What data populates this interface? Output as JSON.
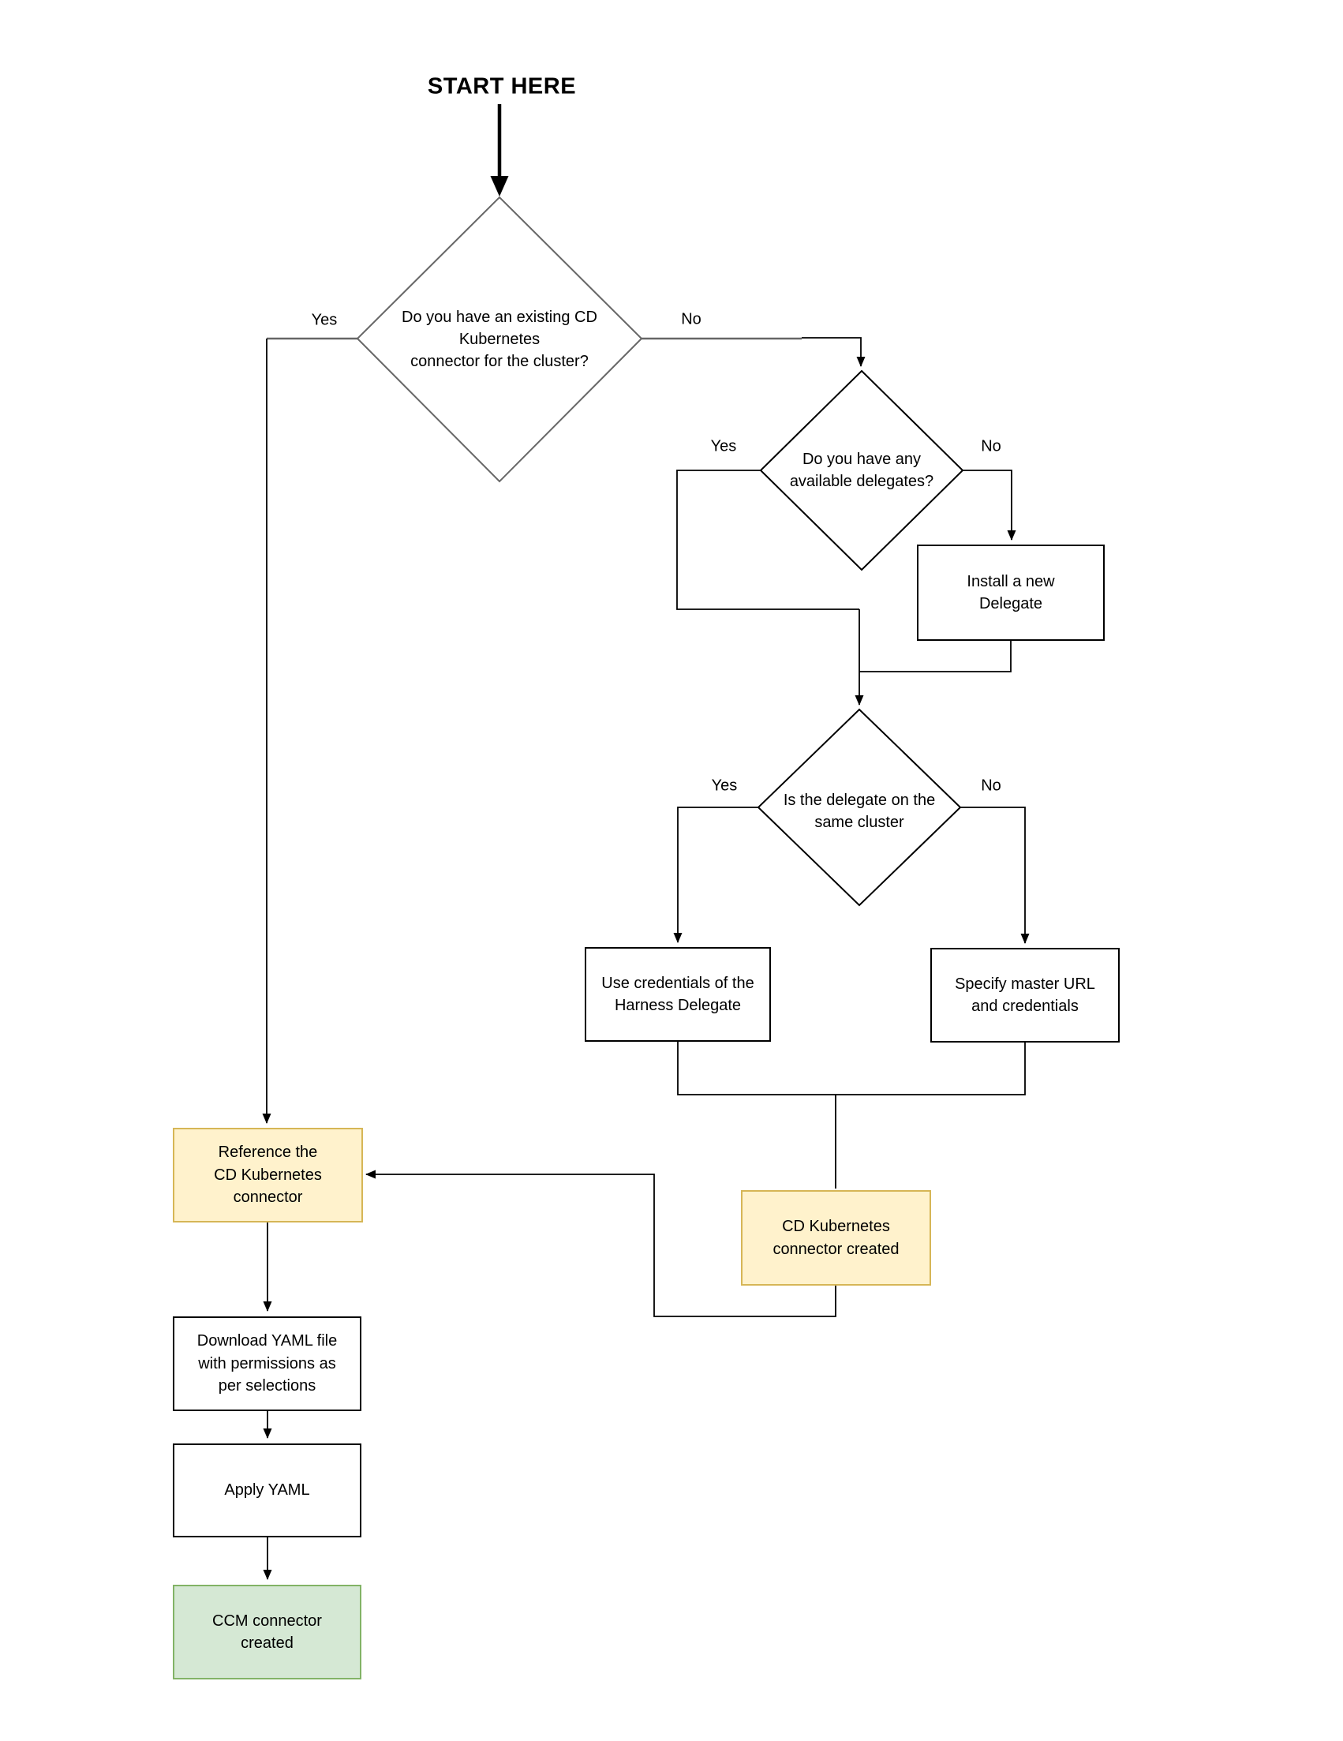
{
  "title": "START HERE",
  "decisions": [
    {
      "question": "Do you have an existing CD\nKubernetes\nconnector for the cluster?",
      "yes": "Yes",
      "no": "No"
    },
    {
      "question": "Do you have any\navailable delegates?",
      "yes": "Yes",
      "no": "No"
    },
    {
      "question": "Is the delegate on the\nsame cluster",
      "yes": "Yes",
      "no": "No"
    }
  ],
  "boxes": {
    "install_delegate": "Install a new\nDelegate",
    "use_credentials": "Use credentials of the\nHarness Delegate",
    "specify_master": "Specify master URL\nand credentials",
    "cd_connector_created": "CD Kubernetes\nconnector created",
    "reference_connector": "Reference the\nCD Kubernetes\nconnector",
    "download_yaml": "Download YAML file\nwith permissions as\nper selections",
    "apply_yaml": "Apply YAML",
    "ccm_created": "CCM connector\ncreated"
  },
  "colors": {
    "connector_highlight_fill": "#FFF2CC",
    "connector_highlight_border": "#D6B656",
    "success_fill": "#D5E8D4",
    "success_border": "#82B366",
    "edge_line": "#000000",
    "gray_edge_line": "#666666",
    "decision1_border": "#666666",
    "shape_border": "#000000",
    "background": "#FFFFFF"
  }
}
